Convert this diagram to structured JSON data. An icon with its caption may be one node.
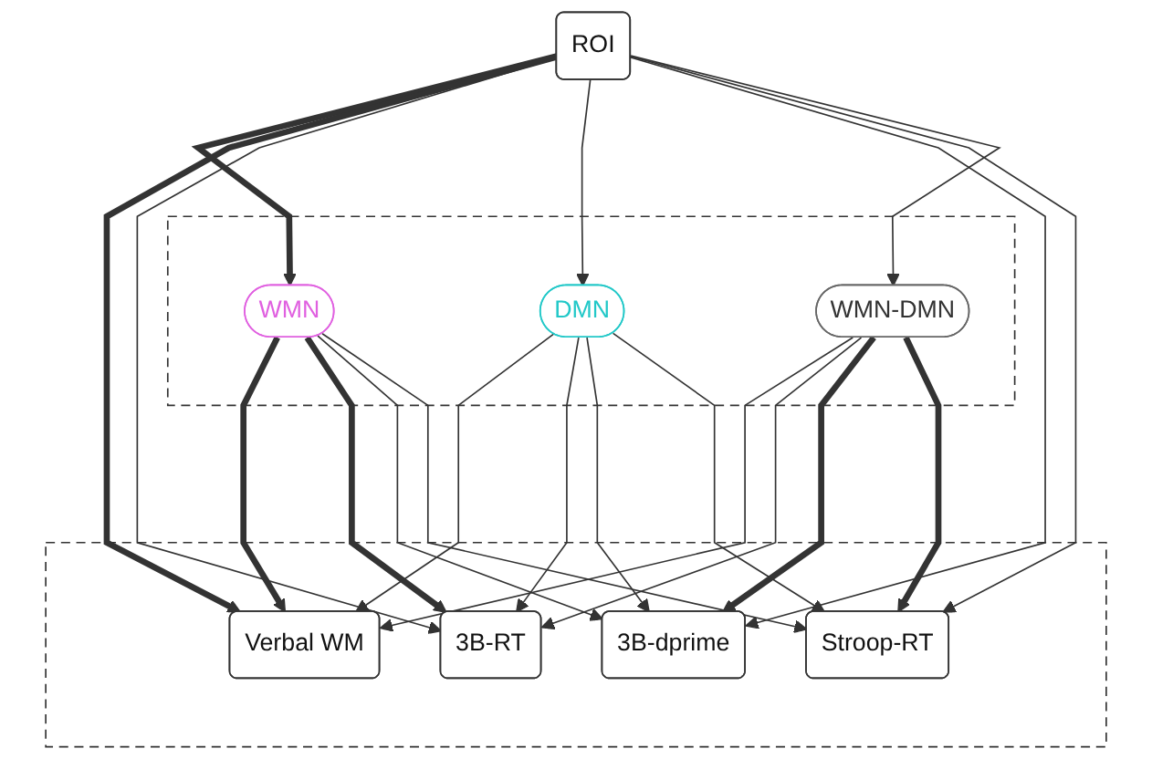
{
  "diagram": {
    "nodes": [
      {
        "text": [
          "ROI"
        ]
      },
      {
        "text": [],
        "shape": "box"
      },
      {
        "text": [
          "WMN"
        ],
        "in": 1
      },
      {
        "text": [
          "DMN"
        ],
        "in": 1
      },
      {
        "text": [
          "WMN-DMN"
        ],
        "in": 1
      },
      {
        "text": [],
        "shape": "box"
      },
      {
        "text": [
          "Verbal WM"
        ],
        "in": 5
      },
      {
        "text": [
          "3B-RT"
        ],
        "in": 5
      },
      {
        "text": [
          "3B-dprime"
        ],
        "in": 5
      },
      {
        "text": [
          "Stroop-RT"
        ],
        "in": 5
      }
    ],
    "edges": [
      {
        "from": 0,
        "to": 2,
        "arrow": "to",
        "style": "thick"
      },
      {
        "from": 0,
        "to": 6,
        "arrow": "to",
        "style": "thick"
      },
      {
        "from": 0,
        "to": 7,
        "arrow": "to"
      },
      {
        "from": 0,
        "to": 3,
        "arrow": "to"
      },
      {
        "from": 0,
        "to": 8,
        "arrow": "to"
      },
      {
        "from": 0,
        "to": 9,
        "arrow": "to"
      },
      {
        "from": 0,
        "to": 4,
        "arrow": "to"
      },
      {
        "from": 2,
        "to": 6,
        "arrow": "to",
        "style": "thick"
      },
      {
        "from": 2,
        "to": 7,
        "arrow": "to",
        "style": "thick"
      },
      {
        "from": 2,
        "to": 8,
        "arrow": "to"
      },
      {
        "from": 2,
        "to": 9,
        "arrow": "to"
      },
      {
        "from": 3,
        "to": 6,
        "arrow": "to"
      },
      {
        "from": 3,
        "to": 7,
        "arrow": "to"
      },
      {
        "from": 3,
        "to": 8,
        "arrow": "to"
      },
      {
        "from": 3,
        "to": 9,
        "arrow": "to"
      },
      {
        "from": 4,
        "to": 6,
        "arrow": "to"
      },
      {
        "from": 4,
        "to": 7,
        "arrow": "to"
      },
      {
        "from": 4,
        "to": 8,
        "arrow": "to",
        "style": "thick"
      },
      {
        "from": 4,
        "to": 9,
        "arrow": "to",
        "style": "thick"
      }
    ]
  }
}
